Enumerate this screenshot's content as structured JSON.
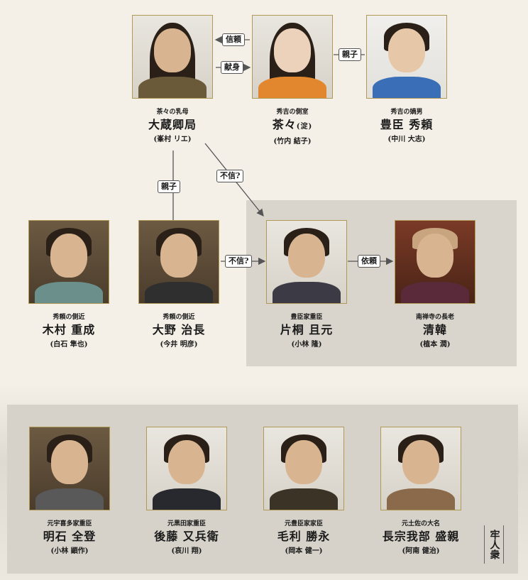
{
  "people": {
    "okura": {
      "role": "茶々の乳母",
      "name": "大蔵卿局",
      "actor": "(峯村 リエ)"
    },
    "chacha": {
      "role": "秀吉の側室",
      "name": "茶々",
      "name_note": "(淀)",
      "actor": "(竹内 結子)"
    },
    "hideyori": {
      "role": "秀吉の嫡男",
      "name": "豊臣 秀頼",
      "actor": "(中川 大志)"
    },
    "kimura": {
      "role": "秀頼の側近",
      "name": "木村 重成",
      "actor": "(白石 隼也)"
    },
    "ono": {
      "role": "秀頼の側近",
      "name": "大野 治長",
      "actor": "(今井 明彦)"
    },
    "katagiri": {
      "role": "豊臣家重臣",
      "name": "片桐 且元",
      "actor": "(小林 隆)"
    },
    "seikan": {
      "role": "南禅寺の長老",
      "name": "清韓",
      "actor": "(植本 潤)"
    },
    "akashi": {
      "role": "元宇喜多家重臣",
      "name": "明石 全登",
      "actor": "(小林 顕作)"
    },
    "goto": {
      "role": "元黒田家重臣",
      "name": "後藤 又兵衛",
      "actor": "(哀川 翔)"
    },
    "mori": {
      "role": "元豊臣家家臣",
      "name": "毛利 勝永",
      "actor": "(岡本 健一)"
    },
    "chosokabe": {
      "role": "元土佐の大名",
      "name": "長宗我部 盛親",
      "actor": "(阿南 健治)"
    }
  },
  "relations": {
    "shinrai": "信頼",
    "kenshin": "献身",
    "oyako_top": "親子",
    "oyako_left": "親子",
    "fushin_diag": "不信?",
    "fushin_mid": "不信?",
    "irai": "依頼"
  },
  "group_label": "牢人衆"
}
